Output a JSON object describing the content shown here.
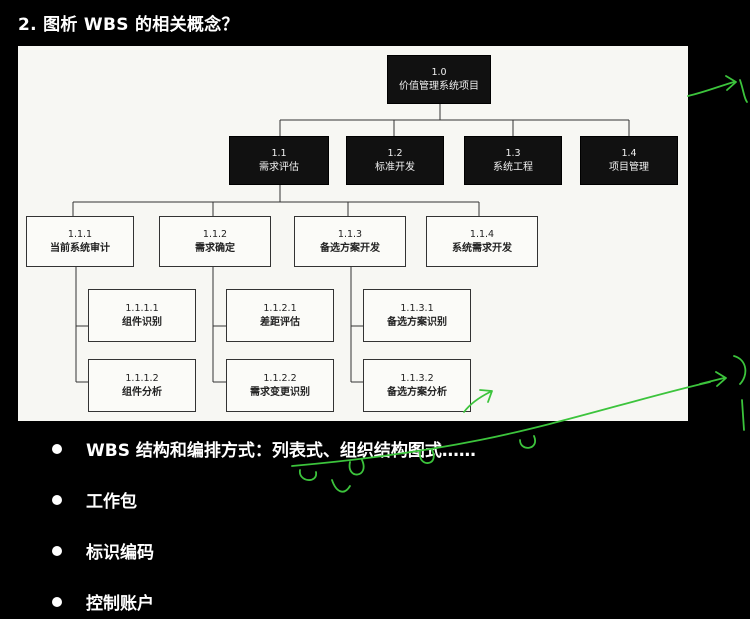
{
  "title": "2.   图析 WBS 的相关概念？",
  "wbs": {
    "root": {
      "num": "1.0",
      "label": "价值管理系统项目"
    },
    "level1": [
      {
        "num": "1.1",
        "label": "需求评估"
      },
      {
        "num": "1.2",
        "label": "标准开发"
      },
      {
        "num": "1.3",
        "label": "系统工程"
      },
      {
        "num": "1.4",
        "label": "项目管理"
      }
    ],
    "level2": [
      {
        "num": "1.1.1",
        "label": "当前系统审计"
      },
      {
        "num": "1.1.2",
        "label": "需求确定"
      },
      {
        "num": "1.1.3",
        "label": "备选方案开发"
      },
      {
        "num": "1.1.4",
        "label": "系统需求开发"
      }
    ],
    "level3": [
      {
        "num": "1.1.1.1",
        "label": "组件识别"
      },
      {
        "num": "1.1.1.2",
        "label": "组件分析"
      },
      {
        "num": "1.1.2.1",
        "label": "差距评估"
      },
      {
        "num": "1.1.2.2",
        "label": "需求变更识别"
      },
      {
        "num": "1.1.3.1",
        "label": "备选方案识别"
      },
      {
        "num": "1.1.3.2",
        "label": "备选方案分析"
      }
    ]
  },
  "bullets": [
    "WBS 结构和编排方式：列表式、组织结构图式……",
    "工作包",
    "标识编码",
    "控制账户"
  ],
  "colors": {
    "background": "#000000",
    "diagram_bg": "#f7f7f3",
    "dark_node": "#111111",
    "annotation": "#3cc43c"
  }
}
